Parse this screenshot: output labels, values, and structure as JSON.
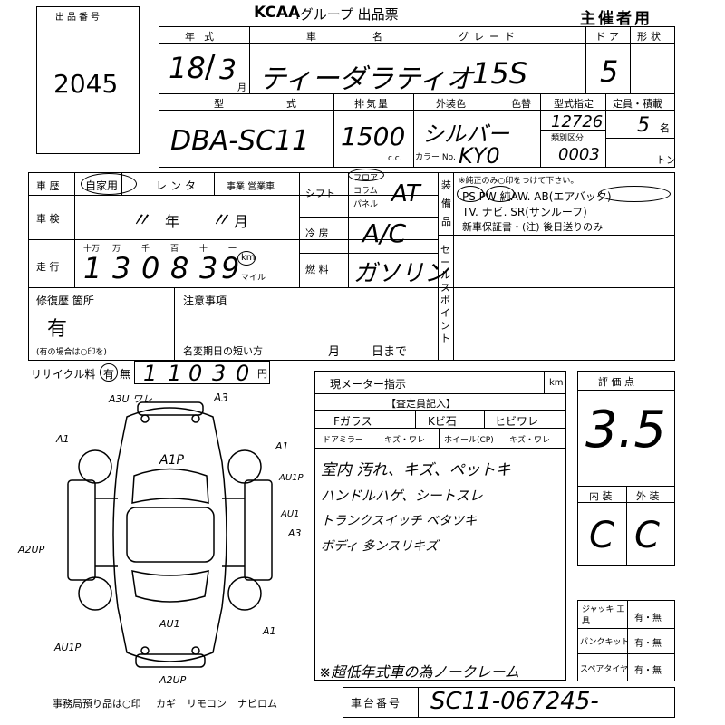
{
  "header": {
    "logo": "KCAA",
    "title_suffix": ".グループ 出品票",
    "organizer": "主催者用"
  },
  "lot": {
    "label": "出品番号",
    "number": "2045"
  },
  "row1": {
    "year_label": "年式",
    "maker_label": "車",
    "name_label": "名",
    "grade_label": "グレード",
    "doors_label": "ドア",
    "shape_label": "形状",
    "year_value": "18",
    "month_value": "3",
    "month_unit": "月",
    "name_value": "ティーダラティオ",
    "grade_value": "15S",
    "doors_value": "5"
  },
  "row2": {
    "type_label": "型",
    "type_label2": "式",
    "displacement_label": "排気量",
    "exterior_color_label": "外装色",
    "color_change_label": "色替",
    "type_designation_label": "型式指定",
    "class_label": "類別区分",
    "capacity_label": "定員・積載",
    "type_value": "DBA-SC11",
    "displacement_value": "1500",
    "cc_unit": "c.c.",
    "color_value": "シルバー",
    "color_no_label": "カラー No.",
    "color_no_value": "KY0",
    "designation_value": "12726",
    "class_value": "0003",
    "capacity_value": "5",
    "capacity_unit": "名",
    "ton_unit": "トン"
  },
  "history": {
    "label": "車 歴",
    "private": "自家用",
    "rental": "レンタ",
    "business": "事業.営業車",
    "inspection_label": "車 検",
    "year_unit": "年",
    "month_unit": "月",
    "inspection_value": "〃",
    "mileage_label": "走 行",
    "digit_labels": [
      "十万",
      "万",
      "千",
      "百",
      "十",
      "一"
    ],
    "mileage_digits": [
      "1",
      "3",
      "0",
      "8",
      "3",
      "9"
    ],
    "km_unit": "km",
    "mile_unit": "マイル"
  },
  "specs": {
    "shift_label": "シフト",
    "floor": "フロア",
    "column": "コラム",
    "panel": "パネル",
    "shift_value": "AT",
    "ac_label": "冷 房",
    "ac_value": "A/C",
    "fuel_label": "燃 料",
    "fuel_value": "ガソリン"
  },
  "equipment": {
    "label": "装備品",
    "note": "※純正のみ○印をつけて下さい。",
    "line1": "PS PW 純AW. AB(エアバック)",
    "line2": "TV. ナビ. SR(サンルーフ)",
    "line3": "新車保証書・(注) 後日送りのみ"
  },
  "sale_point": {
    "label": "セールスポイント"
  },
  "repair": {
    "label": "修復歴 箇所",
    "value": "有",
    "note": "(有の場合は○印を)"
  },
  "notes": {
    "label": "注意事項",
    "change_label": "名変期日の短い方",
    "month_unit": "月",
    "day_unit": "日まで"
  },
  "recycle": {
    "label": "リサイクル料",
    "yes": "有",
    "no": "無",
    "digits": [
      "1",
      "1",
      "0",
      "3",
      "0"
    ],
    "unit": "円"
  },
  "meter": {
    "label": "現メーター指示",
    "km_unit": "km",
    "inspector_label": "【査定員記入】",
    "glass_label": "Fガラス",
    "chip_label": "Kビ石",
    "crack_label": "ヒビワレ",
    "mirror_label": "ドアミラー",
    "mirror_value": "キズ・ワレ",
    "wheel_label": "ホイール(CP)",
    "wheel_value": "キズ・ワレ",
    "remarks": [
      "室内 汚れ、キズ、ペットキ",
      "ハンドルハゲ、シートスレ",
      "トランクスイッチ ベタツキ",
      "ボディ 多ンスリキズ"
    ],
    "footer": "※超低年式車の為ノークレーム"
  },
  "score": {
    "label": "評 価 点",
    "value": "3.5",
    "interior_label": "内 装",
    "exterior_label": "外 装",
    "interior_value": "C",
    "exterior_value": "C"
  },
  "tools": {
    "jack_label": "ジャッキ 工具",
    "puncture_label": "パンクキット",
    "spare_label": "スペアタイヤ",
    "choices": "有・無"
  },
  "chassis": {
    "label": "車台番号",
    "value": "SC11-067245-"
  },
  "office": {
    "note": "事務局預り品は○印",
    "key": "カギ",
    "remote": "リモコン",
    "navi": "ナビロム"
  },
  "damage_marks": [
    "A3U ワレ",
    "A3",
    "A1",
    "A1P",
    "A1",
    "AU1P",
    "AU1",
    "A3",
    "A2UP",
    "AU1",
    "A1",
    "AU1P",
    "A2UP"
  ]
}
